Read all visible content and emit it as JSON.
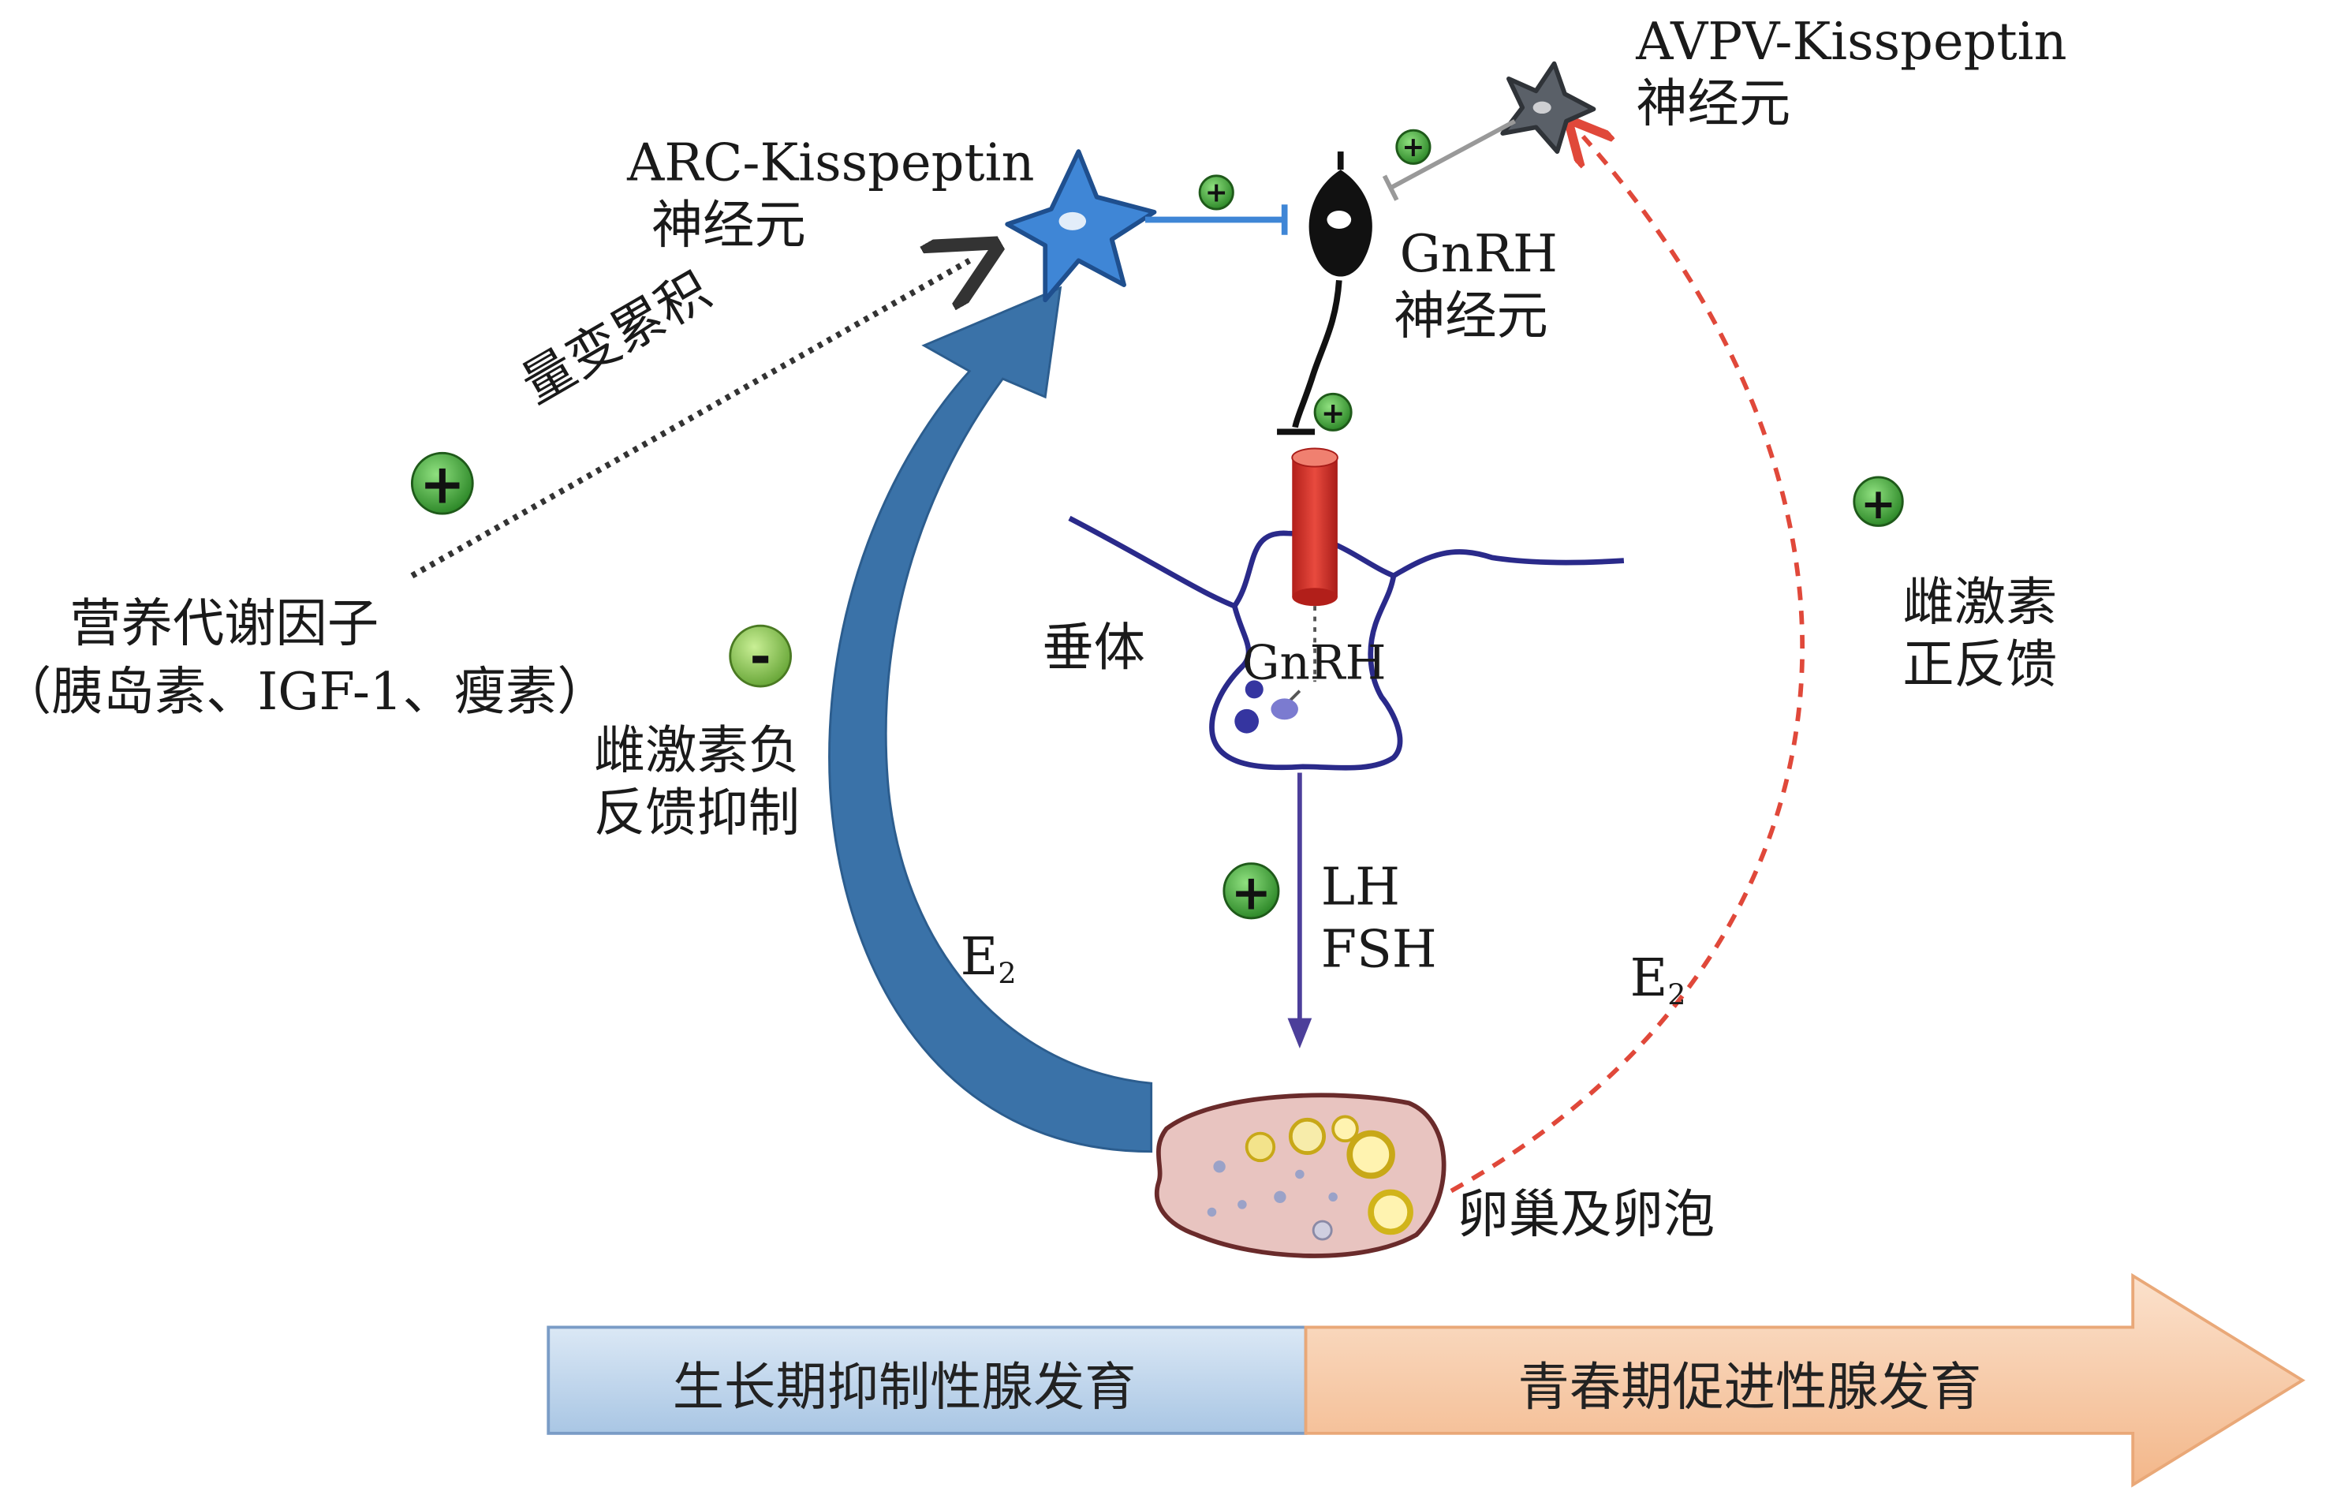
{
  "labels": {
    "arc_line1": "ARC-Kisspeptin",
    "arc_line2": "神经元",
    "avpv_line1": "AVPV-Kisspeptin",
    "avpv_line2": "神经元",
    "gnrh_line1": "GnRH",
    "gnrh_line2": "神经元",
    "quant_change": "量变累积",
    "nutrition_line1": "营养代谢因子",
    "nutrition_line2": "（胰岛素、IGF-1、瘦素）",
    "neg_feedback_line1": "雌激素负",
    "neg_feedback_line2": "反馈抑制",
    "pituitary": "垂体",
    "gnrh_pituitary": "GnRH",
    "lh": "LH",
    "fsh": "FSH",
    "e2_left": "E",
    "e2_right": "E",
    "e2_sub": "2",
    "pos_feedback_line1": "雌激素",
    "pos_feedback_line2": "正反馈",
    "ovary": "卵巢及卵泡",
    "bar_left": "生长期抑制性腺发育",
    "bar_right": "青春期促进性腺发育",
    "plus_sign": "+",
    "minus_sign": "-"
  },
  "colors": {
    "plus_green": "#3a9a35",
    "minus_green": "#7ab648",
    "arc_neuron": "#2f6fb8",
    "avpv_neuron": "#555c66",
    "gnrh_neuron": "#111111",
    "blue_arrow": "#3a72a8",
    "red_dashed": "#e0483a",
    "pituitary_outline": "#2a2a8a",
    "gnrh_rod": "#d8312a",
    "ovary_fill": "#e8c4c0",
    "bar_left": "#bcd3ea",
    "bar_right": "#f6c7a1"
  }
}
